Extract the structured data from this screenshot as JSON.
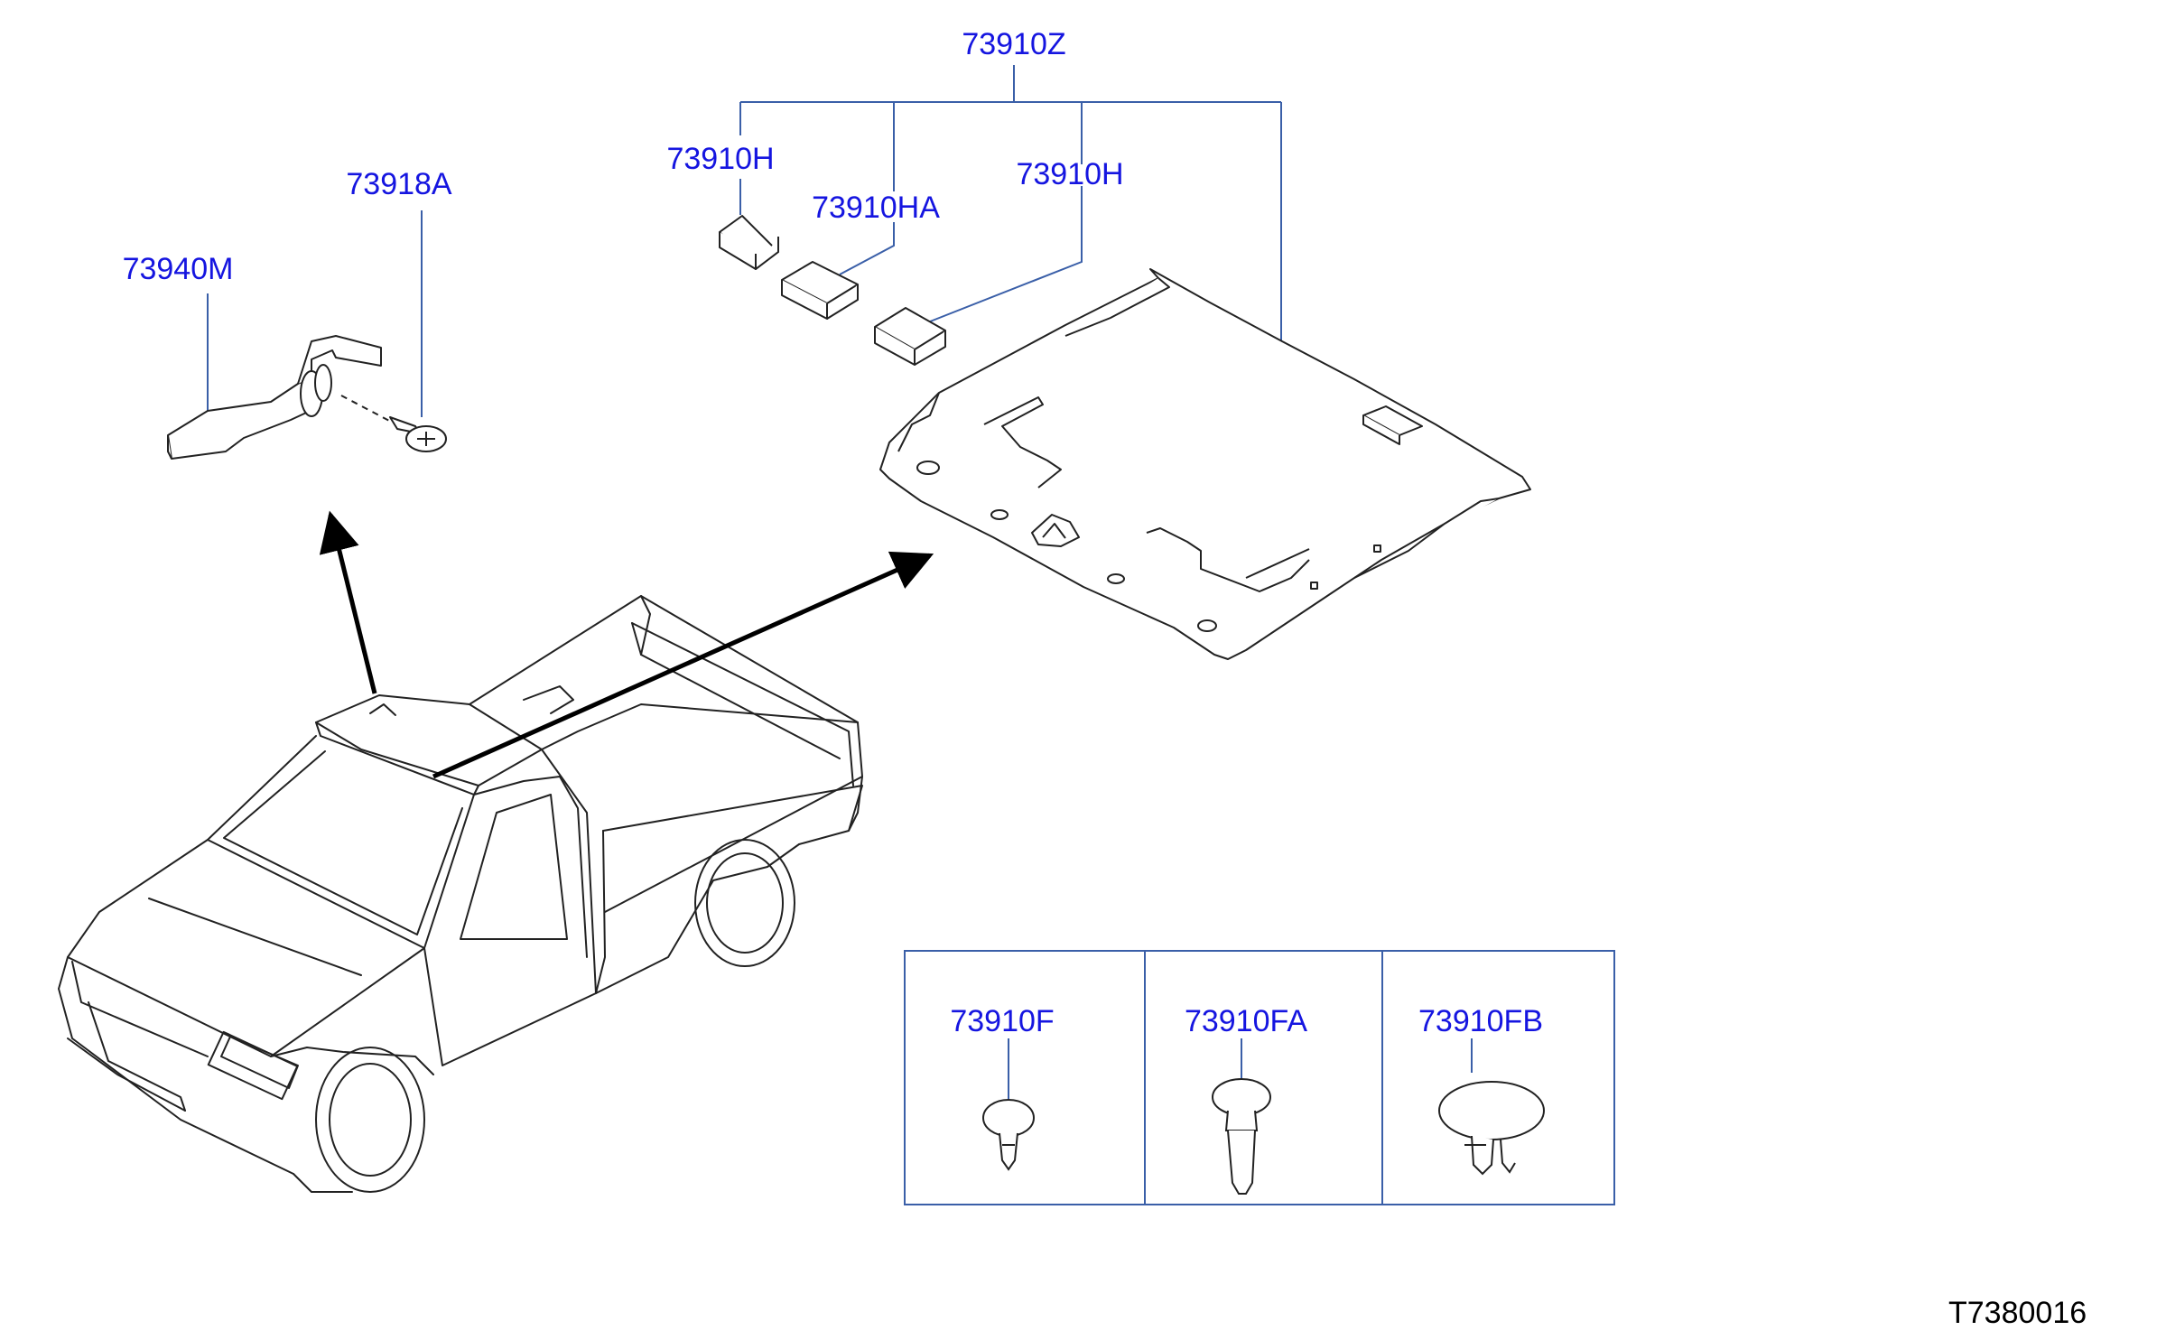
{
  "colors": {
    "callout": "#1515e0",
    "leader": "#3a5fa8",
    "drawing": "#222222",
    "arrow": "#000000"
  },
  "labels": {
    "headlining_assy": "73910Z",
    "pad_left": "73910H",
    "pad_center": "73910HA",
    "pad_right": "73910H",
    "assist_grip": "73918A",
    "grip_handle": "73940M",
    "clip_f": "73910F",
    "clip_fa": "73910FA",
    "clip_fb": "73910FB"
  },
  "diagram_code": "T7380016"
}
